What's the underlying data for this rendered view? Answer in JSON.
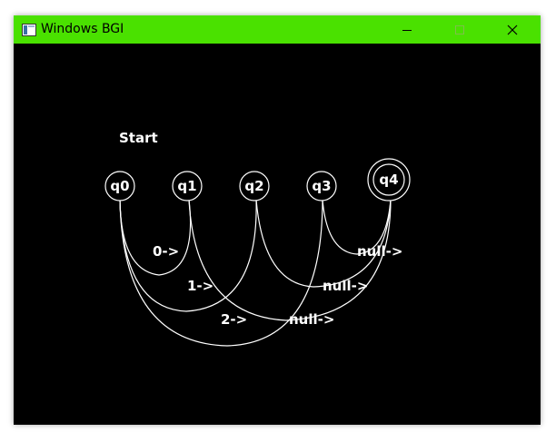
{
  "window": {
    "title": "Windows BGI",
    "titlebar_color": "#4ae100",
    "canvas_background": "#000000",
    "controls": [
      "minimize-icon",
      "maximize-icon",
      "close-icon"
    ]
  },
  "diagram": {
    "start_label": "Start",
    "states": [
      {
        "id": "q0",
        "label": "q0",
        "accepting": false
      },
      {
        "id": "q1",
        "label": "q1",
        "accepting": false
      },
      {
        "id": "q2",
        "label": "q2",
        "accepting": false
      },
      {
        "id": "q3",
        "label": "q3",
        "accepting": false
      },
      {
        "id": "q4",
        "label": "q4",
        "accepting": true
      }
    ],
    "transitions": [
      {
        "from": "q0",
        "to": "q1",
        "label": "0->"
      },
      {
        "from": "q0",
        "to": "q2",
        "label": "1->"
      },
      {
        "from": "q0",
        "to": "q3",
        "label": "2->"
      },
      {
        "from": "q1",
        "to": "q4",
        "label": "null->"
      },
      {
        "from": "q2",
        "to": "q4",
        "label": "null->"
      },
      {
        "from": "q3",
        "to": "q4",
        "label": "null->"
      }
    ]
  }
}
